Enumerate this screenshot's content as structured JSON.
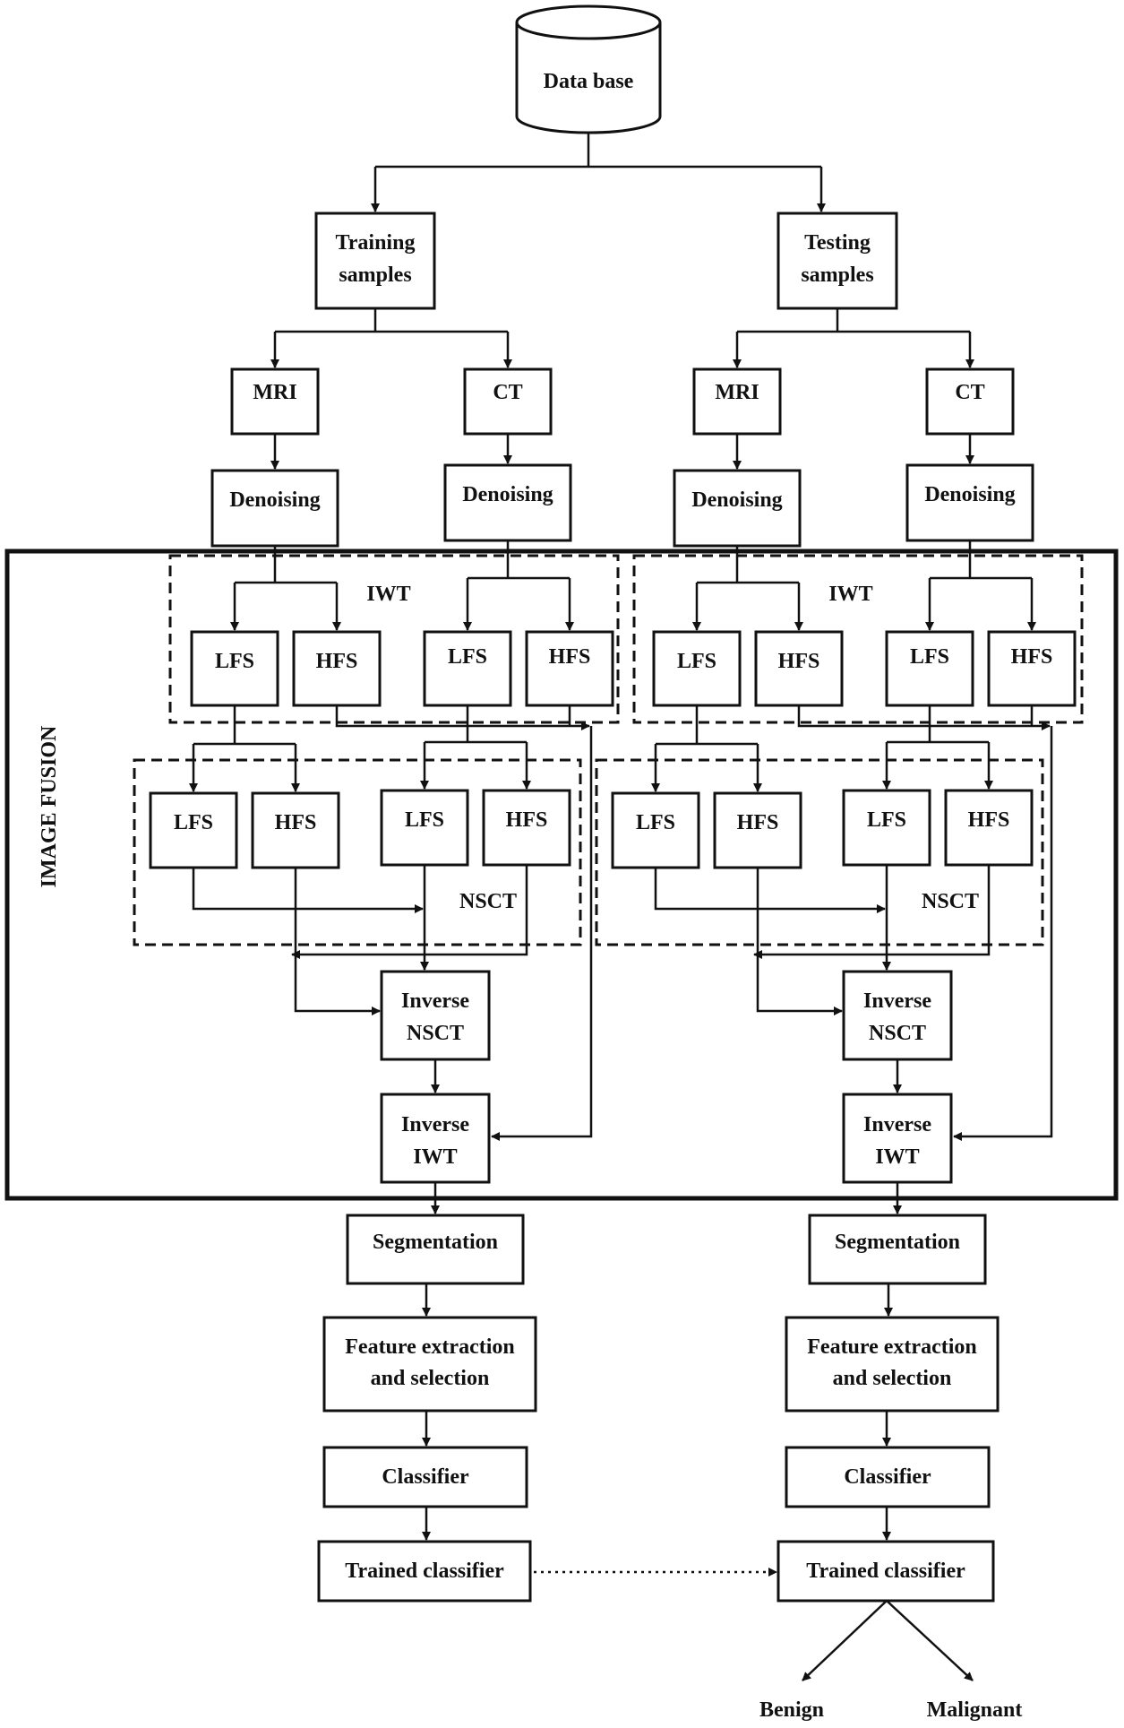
{
  "nodes": {
    "database": "Data base",
    "left": {
      "samples": [
        "Training",
        "samples"
      ],
      "mri": "MRI",
      "ct": "CT",
      "denoising_mri": "Denoising",
      "denoising_ct": "Denoising",
      "iwt_label": "IWT",
      "iwt_lfs_1": "LFS",
      "iwt_hfs_1": "HFS",
      "iwt_lfs_2": "LFS",
      "iwt_hfs_2": "HFS",
      "nsct_lfs_1": "LFS",
      "nsct_hfs_1": "HFS",
      "nsct_lfs_2": "LFS",
      "nsct_hfs_2": "HFS",
      "nsct_label": "NSCT",
      "inverse_nsct": [
        "Inverse",
        "NSCT"
      ],
      "inverse_iwt": [
        "Inverse",
        "IWT"
      ],
      "segmentation": "Segmentation",
      "feature": [
        "Feature extraction",
        "and selection"
      ],
      "classifier": "Classifier",
      "trained": "Trained classifier"
    },
    "right": {
      "samples": [
        "Testing",
        "samples"
      ],
      "mri": "MRI",
      "ct": "CT",
      "denoising_mri": "Denoising",
      "denoising_ct": "Denoising",
      "iwt_label": "IWT",
      "iwt_lfs_1": "LFS",
      "iwt_hfs_1": "HFS",
      "iwt_lfs_2": "LFS",
      "iwt_hfs_2": "HFS",
      "nsct_lfs_1": "LFS",
      "nsct_hfs_1": "HFS",
      "nsct_lfs_2": "LFS",
      "nsct_hfs_2": "HFS",
      "nsct_label": "NSCT",
      "inverse_nsct": [
        "Inverse",
        "NSCT"
      ],
      "inverse_iwt": [
        "Inverse",
        "IWT"
      ],
      "segmentation": "Segmentation",
      "feature": [
        "Feature extraction",
        "and selection"
      ],
      "classifier": "Classifier",
      "trained": "Trained classifier"
    },
    "image_fusion": "IMAGE FUSION",
    "outputs": {
      "benign": "Benign",
      "malignant": "Malignant"
    }
  }
}
